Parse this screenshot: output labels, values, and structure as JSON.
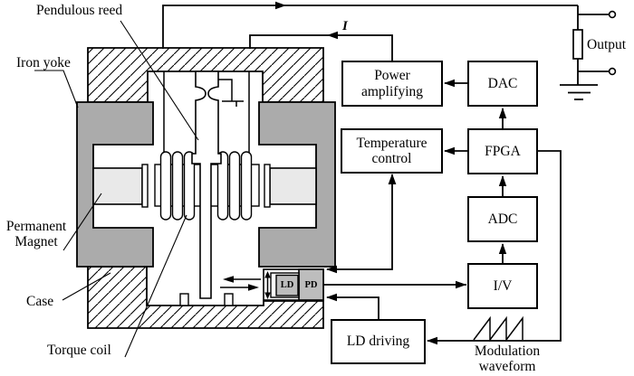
{
  "mechanical": {
    "labels": {
      "pendulous_reed": "Pendulous reed",
      "iron_yoke": "Iron yoke",
      "permanent_magnet_line1": "Permanent",
      "permanent_magnet_line2": "Magnet",
      "case": "Case",
      "torque_coil": "Torque coil",
      "ld": "LD",
      "pd": "PD"
    }
  },
  "blocks": {
    "power_amplifying_line1": "Power",
    "power_amplifying_line2": "amplifying",
    "dac": "DAC",
    "temperature_control_line1": "Temperature",
    "temperature_control_line2": "control",
    "fpga": "FPGA",
    "adc": "ADC",
    "iv": "I/V",
    "ld_driving": "LD driving"
  },
  "signals": {
    "current": "I",
    "output": "Output",
    "modulation_line1": "Modulation",
    "modulation_line2": "waveform"
  },
  "colors": {
    "yoke_gray": "#ababab",
    "magnet_gray": "#e9e9e9",
    "detector_gray": "#bdbdbd",
    "line": "#000000",
    "background": "#ffffff"
  }
}
